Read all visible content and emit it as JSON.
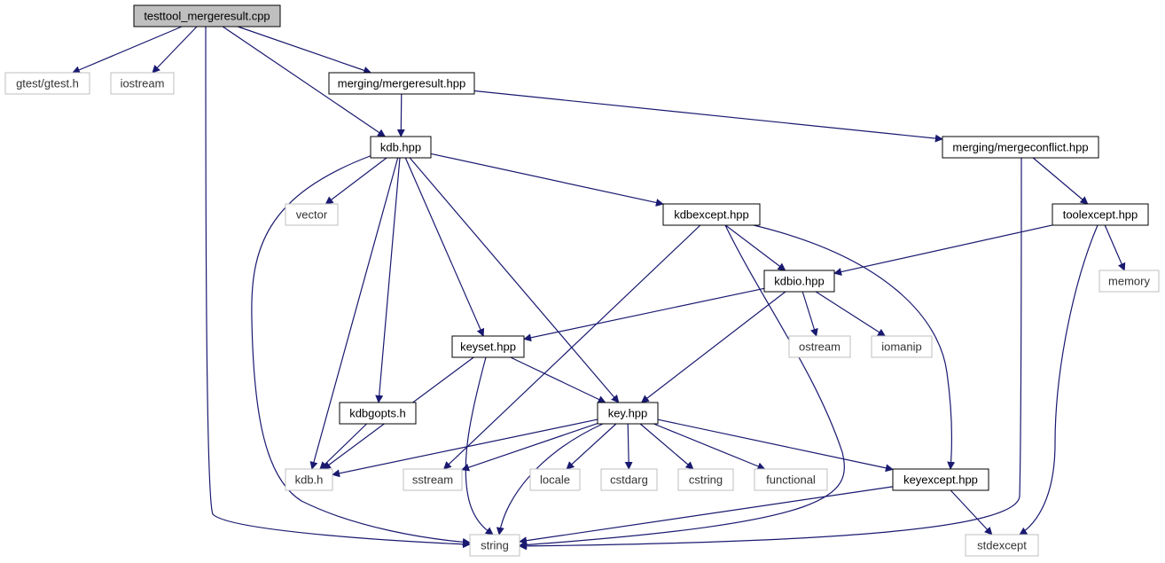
{
  "diagram": {
    "edge_color": "#191970",
    "nodes": [
      {
        "id": "root",
        "label": "testtool_mergeresult.cpp",
        "style": "root"
      },
      {
        "id": "gtest",
        "label": "gtest/gtest.h",
        "style": "external"
      },
      {
        "id": "iostream",
        "label": "iostream",
        "style": "external"
      },
      {
        "id": "mergeresult",
        "label": "merging/mergeresult.hpp",
        "style": "local"
      },
      {
        "id": "kdbhpp",
        "label": "kdb.hpp",
        "style": "local"
      },
      {
        "id": "mergeconflict",
        "label": "merging/mergeconflict.hpp",
        "style": "local"
      },
      {
        "id": "vector",
        "label": "vector",
        "style": "external"
      },
      {
        "id": "kdbexcept",
        "label": "kdbexcept.hpp",
        "style": "local"
      },
      {
        "id": "toolexcept",
        "label": "toolexcept.hpp",
        "style": "local"
      },
      {
        "id": "memory",
        "label": "memory",
        "style": "external"
      },
      {
        "id": "kdbio",
        "label": "kdbio.hpp",
        "style": "local"
      },
      {
        "id": "keyset",
        "label": "keyset.hpp",
        "style": "local"
      },
      {
        "id": "ostream",
        "label": "ostream",
        "style": "external"
      },
      {
        "id": "iomanip",
        "label": "iomanip",
        "style": "external"
      },
      {
        "id": "kdbgopts",
        "label": "kdbgopts.h",
        "style": "local"
      },
      {
        "id": "keyhpp",
        "label": "key.hpp",
        "style": "local"
      },
      {
        "id": "kdbh",
        "label": "kdb.h",
        "style": "external"
      },
      {
        "id": "sstream",
        "label": "sstream",
        "style": "external"
      },
      {
        "id": "locale",
        "label": "locale",
        "style": "external"
      },
      {
        "id": "cstdarg",
        "label": "cstdarg",
        "style": "external"
      },
      {
        "id": "cstring",
        "label": "cstring",
        "style": "external"
      },
      {
        "id": "functional",
        "label": "functional",
        "style": "external"
      },
      {
        "id": "keyexcept",
        "label": "keyexcept.hpp",
        "style": "local"
      },
      {
        "id": "string",
        "label": "string",
        "style": "external"
      },
      {
        "id": "stdexcept",
        "label": "stdexcept",
        "style": "external"
      }
    ],
    "edges": [
      [
        "root",
        "gtest"
      ],
      [
        "root",
        "iostream"
      ],
      [
        "root",
        "mergeresult"
      ],
      [
        "root",
        "kdbhpp"
      ],
      [
        "root",
        "string"
      ],
      [
        "mergeresult",
        "kdbhpp"
      ],
      [
        "mergeresult",
        "mergeconflict"
      ],
      [
        "kdbhpp",
        "vector"
      ],
      [
        "kdbhpp",
        "kdbexcept"
      ],
      [
        "kdbhpp",
        "keyset"
      ],
      [
        "kdbhpp",
        "keyhpp"
      ],
      [
        "kdbhpp",
        "kdbgopts"
      ],
      [
        "kdbhpp",
        "kdbh"
      ],
      [
        "kdbhpp",
        "string"
      ],
      [
        "mergeconflict",
        "toolexcept"
      ],
      [
        "mergeconflict",
        "string"
      ],
      [
        "kdbexcept",
        "kdbio"
      ],
      [
        "kdbexcept",
        "keyexcept"
      ],
      [
        "kdbexcept",
        "sstream"
      ],
      [
        "kdbexcept",
        "string"
      ],
      [
        "toolexcept",
        "kdbio"
      ],
      [
        "toolexcept",
        "memory"
      ],
      [
        "toolexcept",
        "stdexcept"
      ],
      [
        "kdbio",
        "keyset"
      ],
      [
        "kdbio",
        "keyhpp"
      ],
      [
        "kdbio",
        "ostream"
      ],
      [
        "kdbio",
        "iomanip"
      ],
      [
        "keyset",
        "keyhpp"
      ],
      [
        "keyset",
        "kdbh"
      ],
      [
        "keyset",
        "string"
      ],
      [
        "kdbgopts",
        "kdbh"
      ],
      [
        "keyhpp",
        "kdbh"
      ],
      [
        "keyhpp",
        "sstream"
      ],
      [
        "keyhpp",
        "locale"
      ],
      [
        "keyhpp",
        "cstdarg"
      ],
      [
        "keyhpp",
        "cstring"
      ],
      [
        "keyhpp",
        "functional"
      ],
      [
        "keyhpp",
        "keyexcept"
      ],
      [
        "keyhpp",
        "string"
      ],
      [
        "keyexcept",
        "string"
      ],
      [
        "keyexcept",
        "stdexcept"
      ]
    ]
  }
}
